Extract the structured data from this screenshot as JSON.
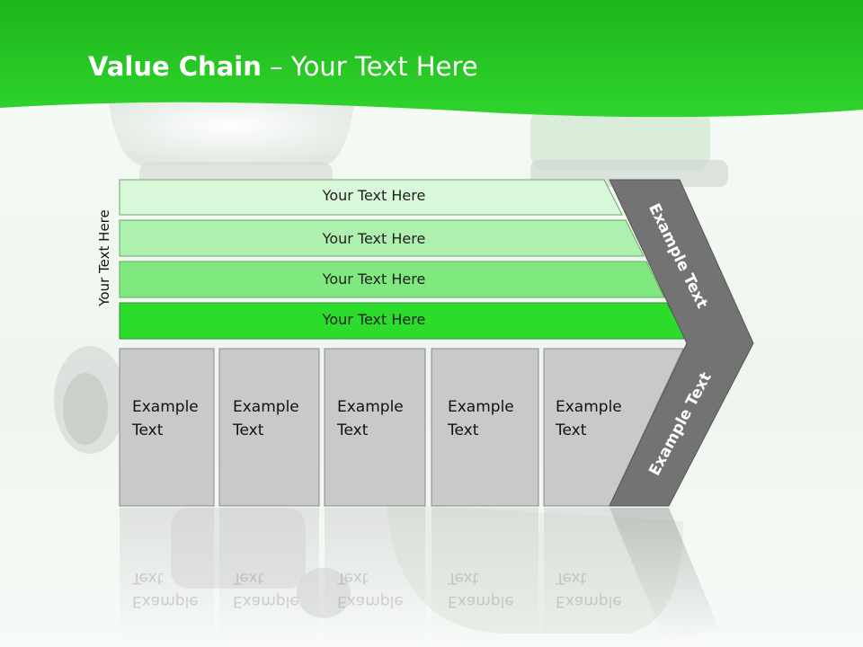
{
  "title": {
    "bold": "Value Chain",
    "rest": " – Your Text Here"
  },
  "side_label": "Your Text Here",
  "rows": [
    {
      "label": "Your Text Here",
      "color": "#d9f8d9"
    },
    {
      "label": "Your Text Here",
      "color": "#aef0ae"
    },
    {
      "label": "Your Text Here",
      "color": "#7fe87f"
    },
    {
      "label": "Your Text Here",
      "color": "#2bdc2b"
    }
  ],
  "columns": [
    {
      "line1": "Example",
      "line2": "Text"
    },
    {
      "line1": "Example",
      "line2": "Text"
    },
    {
      "line1": "Example",
      "line2": "Text"
    },
    {
      "line1": "Example",
      "line2": "Text"
    },
    {
      "line1": "Example",
      "line2": "Text"
    }
  ],
  "chevron": {
    "top_label": "Example Text",
    "bottom_label": "Example Text",
    "color": "#737373"
  },
  "colors": {
    "banner": "#22c41f",
    "column_fill": "#c9c9c9"
  }
}
